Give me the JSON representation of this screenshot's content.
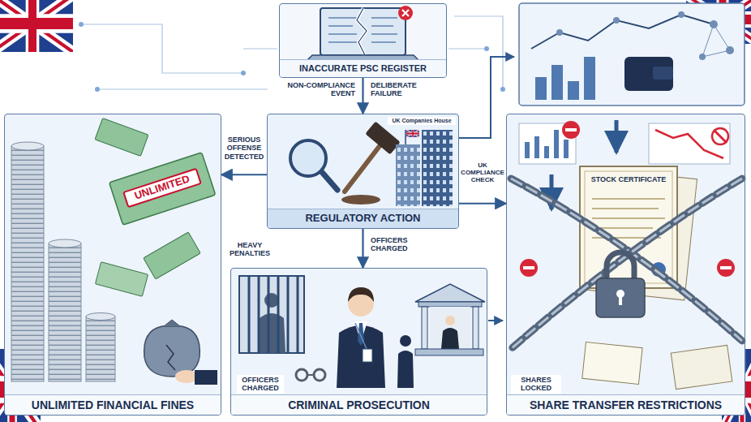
{
  "diagram": {
    "nodes": [
      {
        "text": [
          "INACCURATE PSC REGISTER"
        ]
      },
      {
        "text": [
          "REGULATORY ACTION"
        ]
      },
      {
        "text": [
          "UNLIMITED FINANCIAL FINES"
        ]
      },
      {
        "text": [
          "CRIMINAL PROSECUTION"
        ]
      },
      {
        "text": [
          "SHARE TRANSFER RESTRICTIONS"
        ]
      }
    ],
    "edges": [
      {
        "from": 0,
        "to": 1,
        "label": "NON-COMPLIANCE EVENT",
        "arrow": "to"
      },
      {
        "from": 1,
        "to": 2,
        "label": "SERIOUS OFFENSE DETECTED",
        "arrow": "to"
      },
      {
        "from": 1,
        "to": 3,
        "label": "OFFICERS CHARGED",
        "arrow": "to"
      },
      {
        "from": 1,
        "to": 4,
        "label": "UK COMPLIANCE CHECK",
        "arrow": "to"
      }
    ],
    "labels": [
      "DELIBERATE FAILURE",
      "UK Companies House",
      "HEAVY PENALTIES",
      "UNLIMITED",
      "OFFICERS CHARGED",
      "STOCK CERTIFICATE",
      "SHARES LOCKED"
    ]
  }
}
